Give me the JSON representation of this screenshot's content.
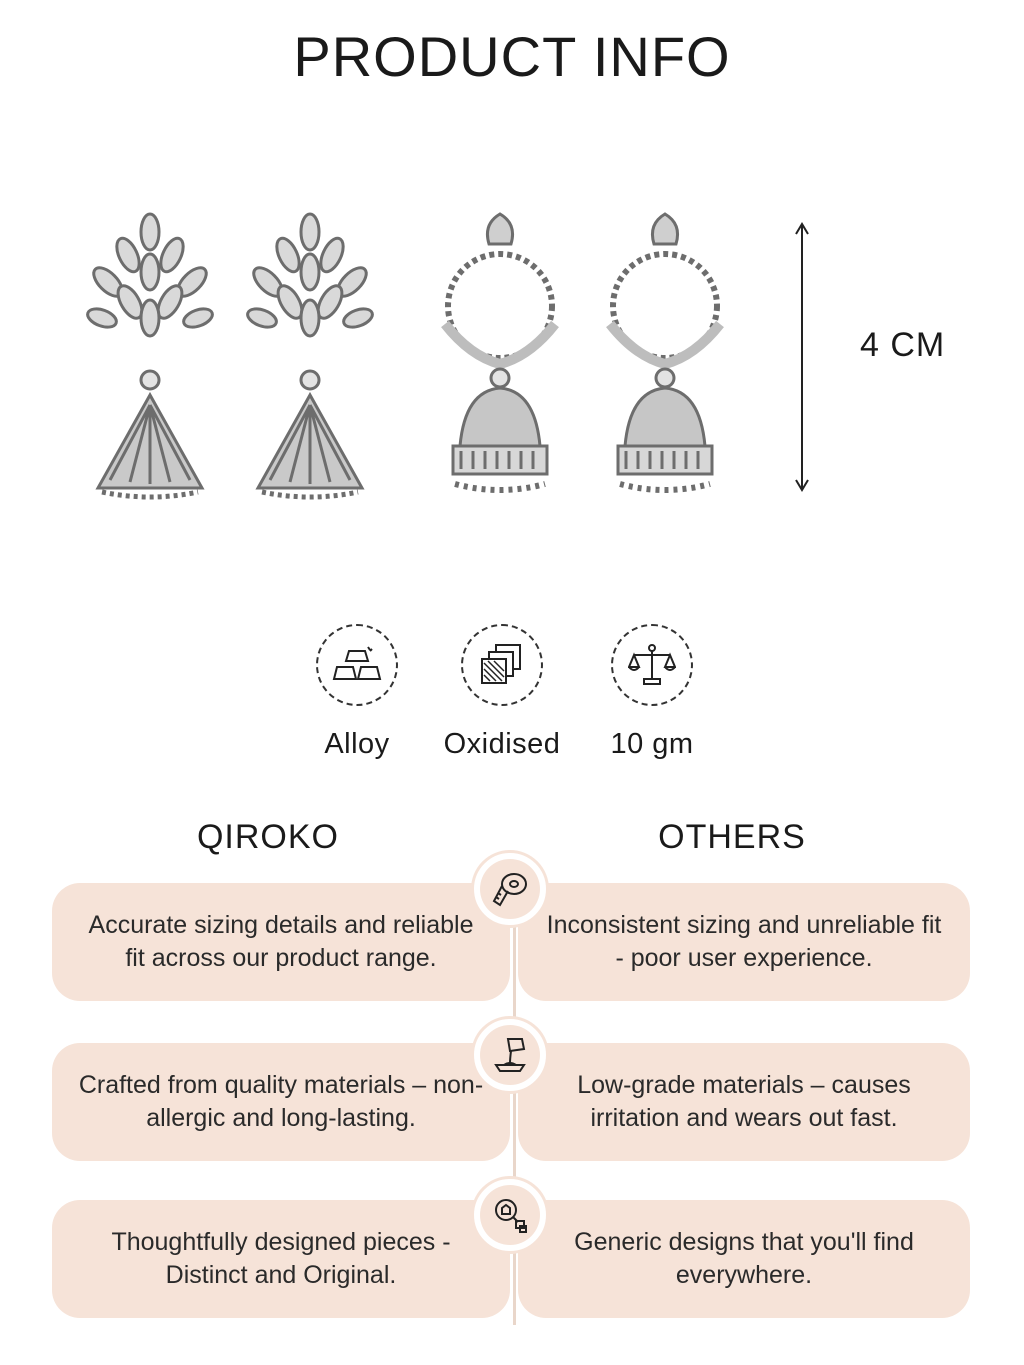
{
  "page": {
    "title": "PRODUCT INFO"
  },
  "measurement": {
    "label": "4 CM"
  },
  "specs": [
    {
      "icon": "gold-bars-icon",
      "label": "Alloy"
    },
    {
      "icon": "layered-squares-icon",
      "label": "Oxidised"
    },
    {
      "icon": "balance-scale-icon",
      "label": "10 gm"
    }
  ],
  "comparison": {
    "left_heading": "QIROKO",
    "right_heading": "OTHERS",
    "rows": [
      {
        "icon": "measuring-tape-icon",
        "qiroko": "Accurate sizing details and reliable fit across our product range.",
        "others": "Inconsistent sizing and unreliable fit - poor user experience."
      },
      {
        "icon": "molten-metal-pour-icon",
        "qiroko": "Crafted from quality materials – non-allergic and long-lasting.",
        "others": "Low-grade materials – causes irritation and wears out fast."
      },
      {
        "icon": "magnifier-design-icon",
        "qiroko": "Thoughtfully designed pieces - Distinct and Original.",
        "others": "Generic designs that you'll find everywhere."
      }
    ]
  },
  "colors": {
    "pill": "#f6e3d8",
    "text": "#1a1a1a",
    "silver": "#8e8e8e"
  }
}
